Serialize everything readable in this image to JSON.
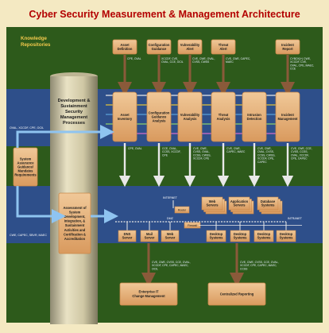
{
  "title": "Cyber Security Measurement & Management Architecture",
  "knowledge_repositories": [
    "Knowledge",
    "Repositories"
  ],
  "central_column": [
    "Development &",
    "Sustainment",
    "Security",
    "Management",
    "Processes"
  ],
  "top_inputs": [
    {
      "lines": [
        "Asset",
        "Definition"
      ]
    },
    {
      "lines": [
        "Configuration",
        "Guidance"
      ]
    },
    {
      "lines": [
        "Vulnerability",
        "Alert"
      ]
    },
    {
      "lines": [
        "Threat",
        "Alert"
      ]
    },
    {
      "lines": [
        "Incident",
        "Report"
      ]
    }
  ],
  "top_input_tags": [
    "CPE, OVAL",
    "XCCDF, CVE, OVAL, CCE, OCIL",
    "CVE, CWE, OVAL, CVSS, CWSS",
    "CVE, CWE, CAPEC, MAEC",
    "CYBOX(+) CWE, XCCDF, CVE, OVAL, CPE, MAEC, CCE"
  ],
  "analysis_boxes": [
    {
      "lines": [
        "Asset",
        "Inventory"
      ]
    },
    {
      "lines": [
        "Configuration",
        "Guidance",
        "Analysis"
      ]
    },
    {
      "lines": [
        "Vulnerability",
        "Analysis"
      ]
    },
    {
      "lines": [
        "Threat",
        "Analysis"
      ]
    },
    {
      "lines": [
        "Intrusion",
        "Detection"
      ]
    },
    {
      "lines": [
        "Incident",
        "Management"
      ]
    }
  ],
  "analysis_tags": [
    "CPE, OVAL",
    "CCE, OVAL, CCSS, XCCDF, CPE",
    "CVE, CWE, CVSS, OVAL, CCSS, CWSS, XCCDF, CPE",
    "CVE, CWE, CAPEC, MAEC",
    "CVE, CWE, OVAL, CVSS, CCSS, CWSS, XCCDF, CPE, CAPEC",
    "CVE, CWE, CCE, CVSS, CCSS, OVAL, XCCDF, CPE, CAPEC"
  ],
  "left_tags": [
    "OVAL, XCCDF, CPE, OCIL",
    "CWE, CAPEC, SBVR, MAEC"
  ],
  "left_boxes": [
    {
      "lines": [
        "System",
        "Assurance",
        "Guidance/",
        "Mandates",
        "Requirements"
      ]
    },
    {
      "lines": [
        "Assessment of",
        "System",
        "Development,",
        "Integration, &",
        "Sustainment",
        "Activities and",
        "Certification &",
        "Accreditation"
      ]
    }
  ],
  "network_labels": {
    "internet": "INTERNET",
    "router": "Router",
    "dmz": "DMZ",
    "firewall": "Firewall",
    "intranet": "INTRANET"
  },
  "server_stacks": [
    {
      "lines": [
        "Web",
        "Servers"
      ]
    },
    {
      "lines": [
        "Application",
        "Servers"
      ]
    },
    {
      "lines": [
        "Database",
        "Systems"
      ]
    }
  ],
  "dmz_servers": [
    {
      "lines": [
        "DNS",
        "Server"
      ]
    },
    {
      "lines": [
        "Mail",
        "Server"
      ]
    },
    {
      "lines": [
        "Web",
        "Server"
      ]
    }
  ],
  "desktops": [
    {
      "lines": [
        "Desktop",
        "Systems"
      ]
    },
    {
      "lines": [
        "Desktop",
        "Systems"
      ]
    },
    {
      "lines": [
        "Desktop",
        "Systems"
      ]
    },
    {
      "lines": [
        "Desktop",
        "Systems"
      ]
    }
  ],
  "bottom_boxes": [
    {
      "lines": [
        "Enterprise IT",
        "Change Management"
      ]
    },
    {
      "lines": [
        "Centralized Reporting"
      ]
    }
  ],
  "bottom_tags": [
    "CVE, CWE, CVSS, CCE, OVAL, XCCDF, CPE, CAPEC, MAEC, OCIL",
    "CVE, CWE, CVSS, CCE, OVAL, XCCDF, CPE, CAPEC, MAEC, CCSS"
  ],
  "colors": {
    "frame": "#f4e9c2",
    "green": "#2d5a1b",
    "blue": "#2e4f8a",
    "box_orange": "#e6b07a",
    "box_orange_edge": "#c9884a",
    "title": "#b30000",
    "repo": "#f2c94c"
  }
}
